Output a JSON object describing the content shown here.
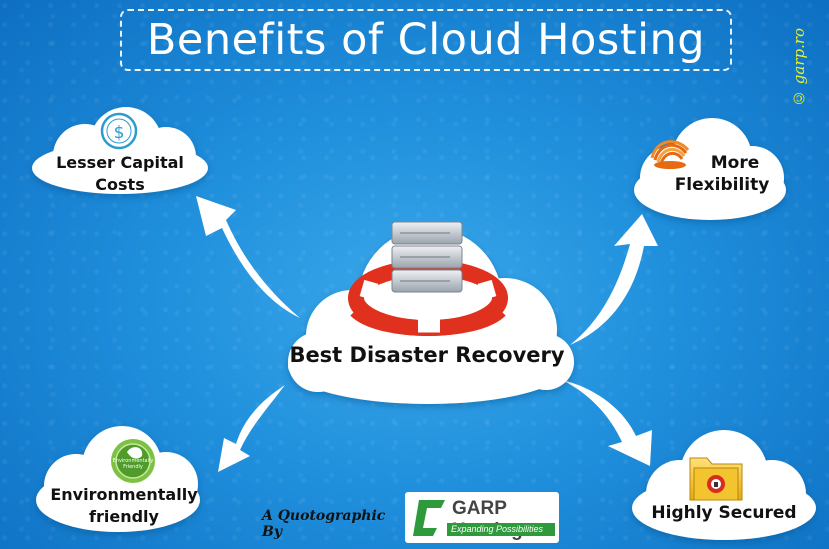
{
  "title": "Benefits of Cloud Hosting",
  "copyright": "© garp.ro",
  "center": {
    "label": "Best Disaster Recovery"
  },
  "benefits": {
    "capital": {
      "line1": "Lesser Capital",
      "line2": "Costs"
    },
    "flexibility": {
      "line1": "More",
      "line2": "Flexibility"
    },
    "environment": {
      "line1": "Environmentally",
      "line2": "friendly",
      "badge_line1": "Environmentally",
      "badge_line2": "Friendly"
    },
    "secured": {
      "line1": "Highly Secured"
    }
  },
  "footer": {
    "quotographic": "A Quotographic By",
    "logo_name": "GARP Hosting",
    "logo_tagline": "Expanding Possibilities"
  },
  "colors": {
    "background": "#1f8fdc",
    "cloud": "#ffffff",
    "title_border": "#ffffff",
    "copyright": "#e9f02b",
    "lifebuoy_red": "#e0301e",
    "logo_green": "#2f9a3c"
  },
  "icons": [
    "dollar-icon",
    "slinky-icon",
    "eco-badge-icon",
    "lock-folder-icon",
    "server-lifebuoy-icon"
  ]
}
